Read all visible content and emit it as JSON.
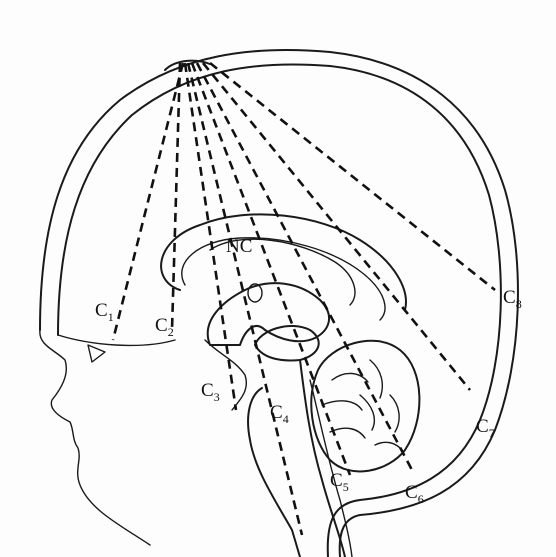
{
  "labels": {
    "nc": "NC",
    "c1": {
      "main": "C",
      "sub": "1"
    },
    "c2": {
      "main": "C",
      "sub": "2"
    },
    "c3": {
      "main": "C",
      "sub": "3"
    },
    "c4": {
      "main": "C",
      "sub": "4"
    },
    "c5": {
      "main": "C",
      "sub": "5"
    },
    "c6": {
      "main": "C",
      "sub": "6"
    },
    "c7": {
      "main": "C",
      "sub": "7"
    },
    "c8": {
      "main": "C",
      "sub": "8"
    }
  },
  "colors": {
    "ink": "#1a1a1a",
    "paper": "#fdfdfd"
  }
}
